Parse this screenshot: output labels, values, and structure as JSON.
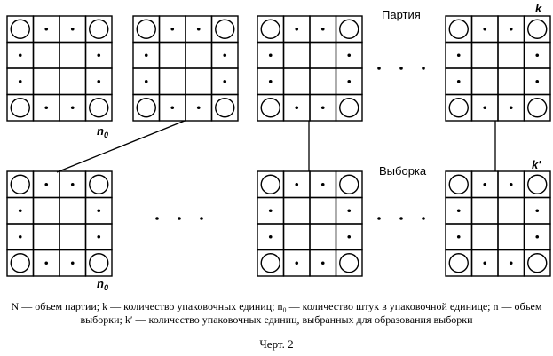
{
  "labels": {
    "party": "Партия",
    "sample": "Выборка",
    "k": "k",
    "k_prime": "k′",
    "n0_top_n": "n",
    "n0_top_sub": "0",
    "n0_bottom_n": "n",
    "n0_bottom_sub": "0"
  },
  "caption": {
    "line1": "N — объем партии; k — количество упаковочных единиц; n₀ — количество штук в упаковочной единице; n — объем",
    "line2": "выборки; k′ — количество упаковочных единиц, выбранных для образования выборки"
  },
  "figure_number": "Черт. 2",
  "ellipsis": "· · ·"
}
